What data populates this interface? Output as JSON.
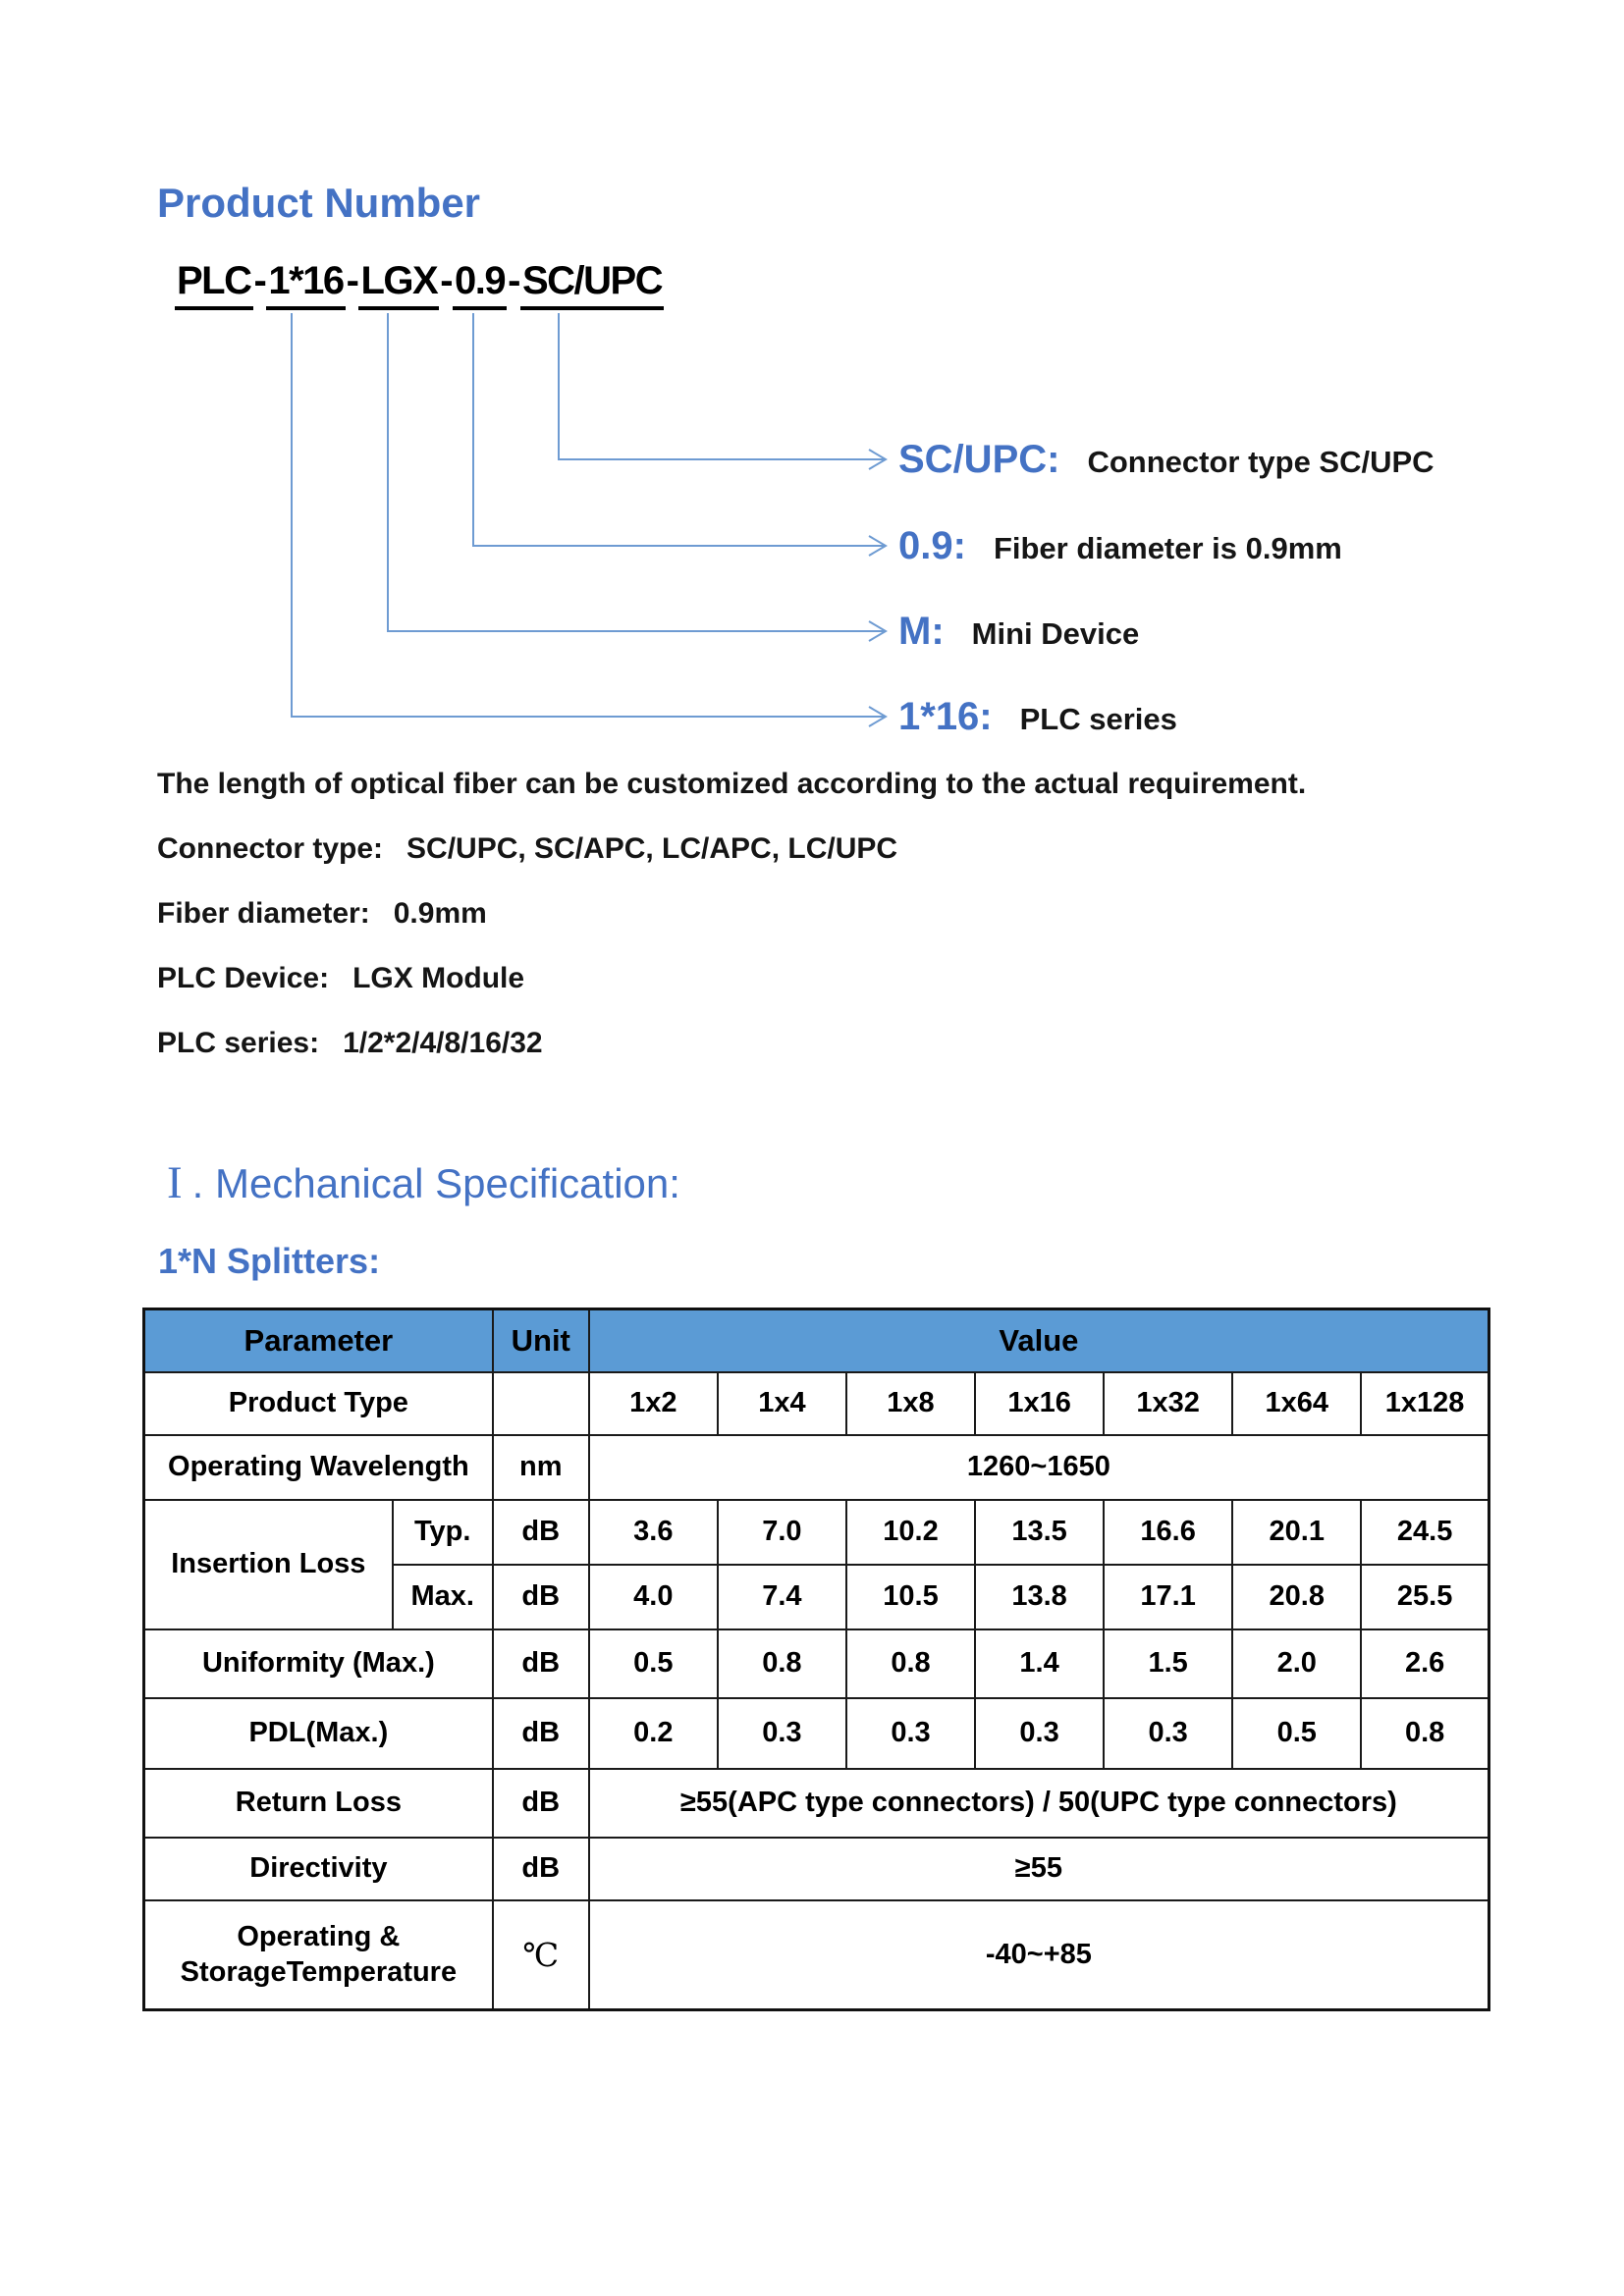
{
  "heading": "Product Number",
  "product_number": {
    "parts": [
      "PLC",
      "1*16",
      "LGX",
      "0.9",
      "SC/UPC"
    ],
    "separator": "-"
  },
  "breakdown": [
    {
      "key": "SC/UPC:",
      "desc": "Connector type SC/UPC"
    },
    {
      "key": "0.9:",
      "desc": "Fiber diameter is 0.9mm"
    },
    {
      "key": "M:",
      "desc": "Mini Device"
    },
    {
      "key": "1*16:",
      "desc": "PLC series"
    }
  ],
  "intro_note": "The length of optical fiber can be customized according to the actual requirement.",
  "spec_lines": [
    {
      "label": "Connector type:",
      "value": "SC/UPC, SC/APC, LC/APC, LC/UPC"
    },
    {
      "label": "Fiber diameter:",
      "value": "0.9mm"
    },
    {
      "label": "PLC Device:",
      "value": "LGX Module"
    },
    {
      "label": "PLC series:",
      "value": "1/2*2/4/8/16/32"
    }
  ],
  "section": {
    "numeral": "I",
    "title": ". Mechanical Specification:"
  },
  "subsection": "1*N Splitters:",
  "colors": {
    "accent_blue": "#4472C4",
    "table_header_blue": "#5B9BD5",
    "line_blue": "#6E9BD2"
  },
  "table": {
    "header": {
      "parameter": "Parameter",
      "unit": "Unit",
      "value": "Value"
    },
    "product_type": {
      "label": "Product Type",
      "unit": "",
      "values": [
        "1x2",
        "1x4",
        "1x8",
        "1x16",
        "1x32",
        "1x64",
        "1x128"
      ]
    },
    "operating_wavelength": {
      "label": "Operating Wavelength",
      "unit": "nm",
      "value": "1260~1650"
    },
    "insertion_loss": {
      "label": "Insertion Loss",
      "typ": {
        "label": "Typ.",
        "unit": "dB",
        "values": [
          "3.6",
          "7.0",
          "10.2",
          "13.5",
          "16.6",
          "20.1",
          "24.5"
        ]
      },
      "max": {
        "label": "Max.",
        "unit": "dB",
        "values": [
          "4.0",
          "7.4",
          "10.5",
          "13.8",
          "17.1",
          "20.8",
          "25.5"
        ]
      }
    },
    "uniformity": {
      "label": "Uniformity (Max.)",
      "unit": "dB",
      "values": [
        "0.5",
        "0.8",
        "0.8",
        "1.4",
        "1.5",
        "2.0",
        "2.6"
      ]
    },
    "pdl": {
      "label": "PDL(Max.)",
      "unit": "dB",
      "values": [
        "0.2",
        "0.3",
        "0.3",
        "0.3",
        "0.3",
        "0.5",
        "0.8"
      ]
    },
    "return_loss": {
      "label": "Return Loss",
      "unit": "dB",
      "value": "≥55(APC type connectors) / 50(UPC type connectors)"
    },
    "directivity": {
      "label": "Directivity",
      "unit": "dB",
      "value": "≥55"
    },
    "temperature": {
      "label_line1": "Operating &",
      "label_line2": "StorageTemperature",
      "unit": "℃",
      "value": "-40~+85"
    }
  }
}
